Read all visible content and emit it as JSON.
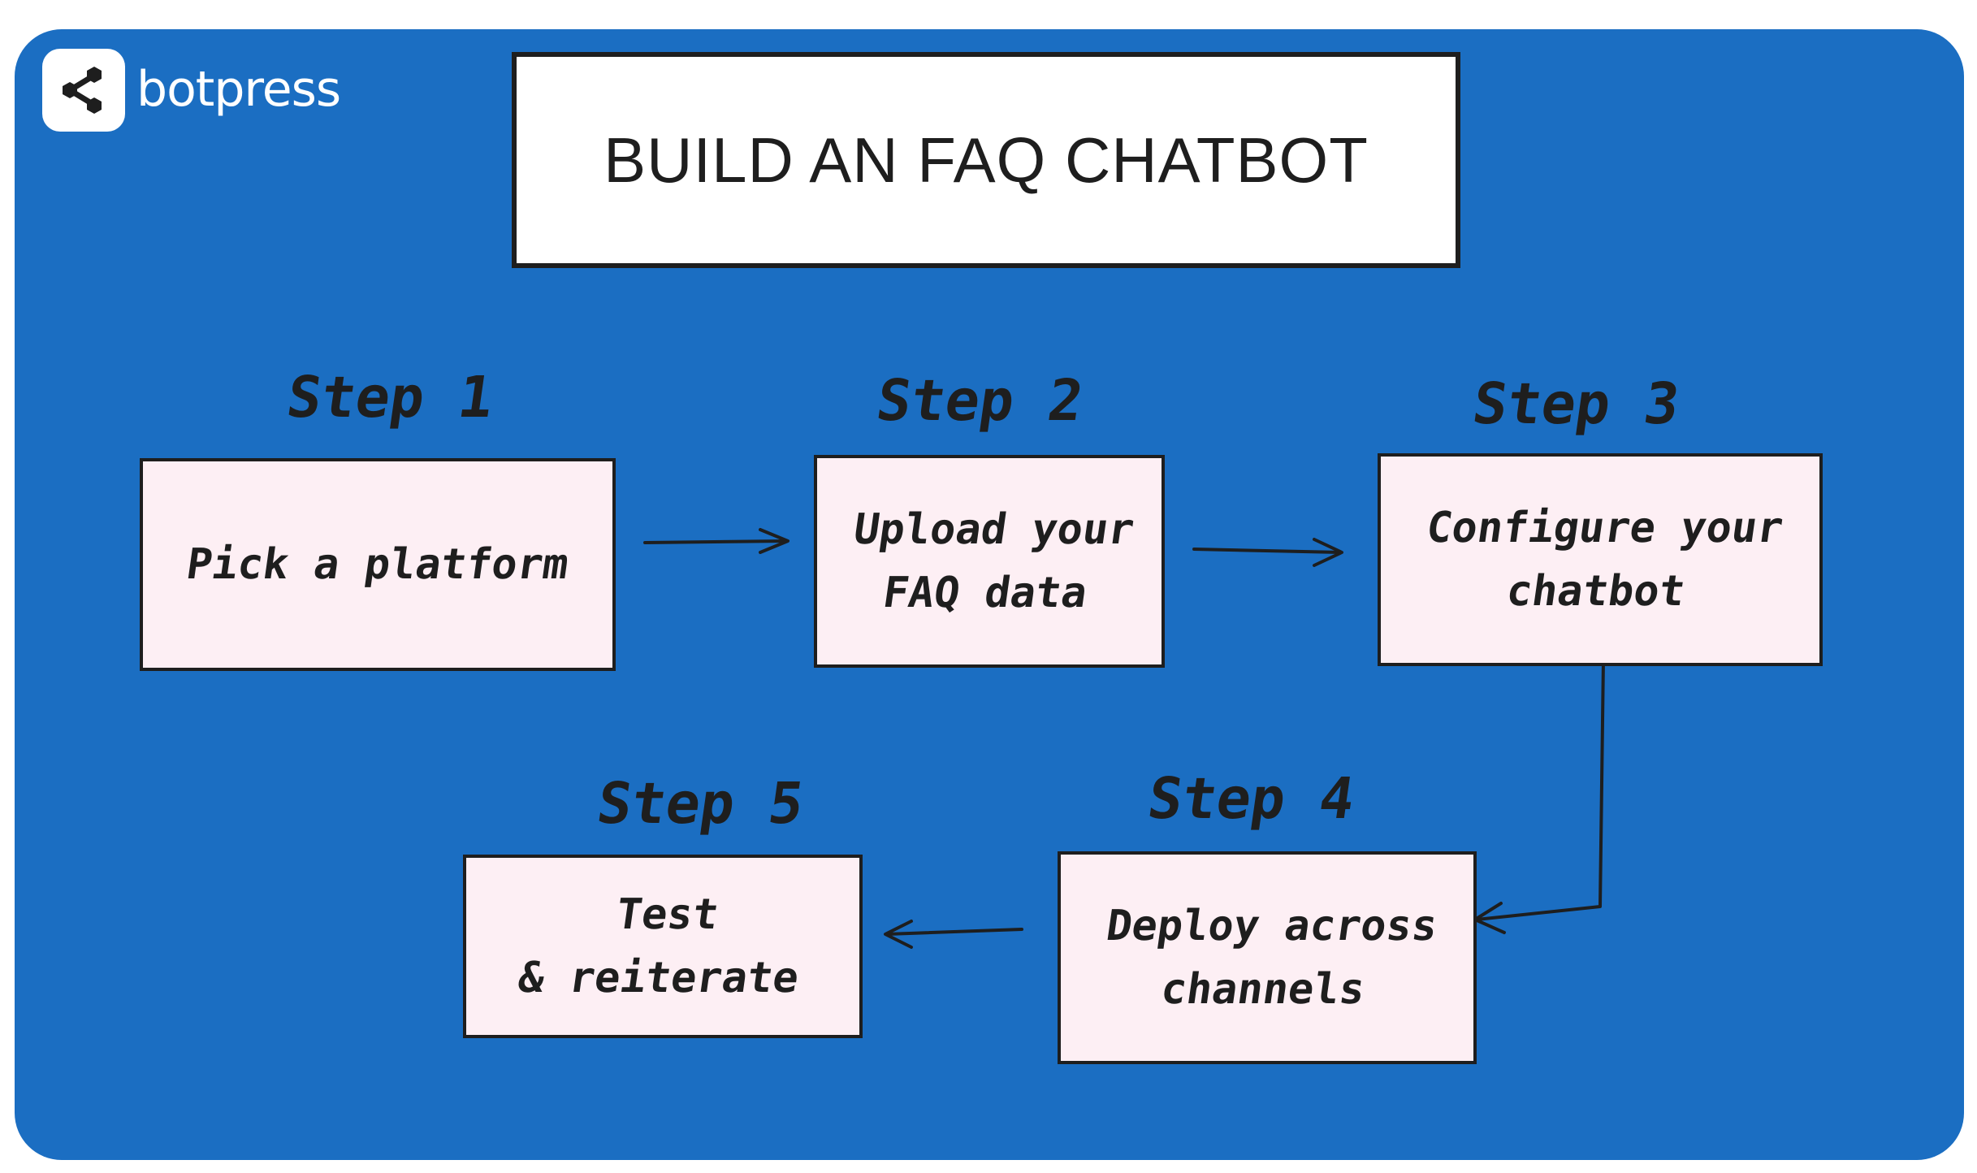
{
  "colors": {
    "background": "#1b6ec2",
    "box_fill": "#fdeff4",
    "ink": "#1e1e1e",
    "title_fill": "#ffffff"
  },
  "brand": {
    "icon": "botpress-logo-icon",
    "name": "botpress"
  },
  "title": "BUILD AN FAQ CHATBOT",
  "steps": [
    {
      "label": "Step 1",
      "text": "Pick a platform"
    },
    {
      "label": "Step 2",
      "text": "Upload your\nFAQ data"
    },
    {
      "label": "Step 3",
      "text": "Configure your\nchatbot"
    },
    {
      "label": "Step 4",
      "text": "Deploy across\nchannels"
    },
    {
      "label": "Step 5",
      "text": "Test\n& reiterate"
    }
  ],
  "connections": [
    {
      "from": "Step 1",
      "to": "Step 2"
    },
    {
      "from": "Step 2",
      "to": "Step 3"
    },
    {
      "from": "Step 3",
      "to": "Step 4"
    },
    {
      "from": "Step 4",
      "to": "Step 5"
    }
  ]
}
